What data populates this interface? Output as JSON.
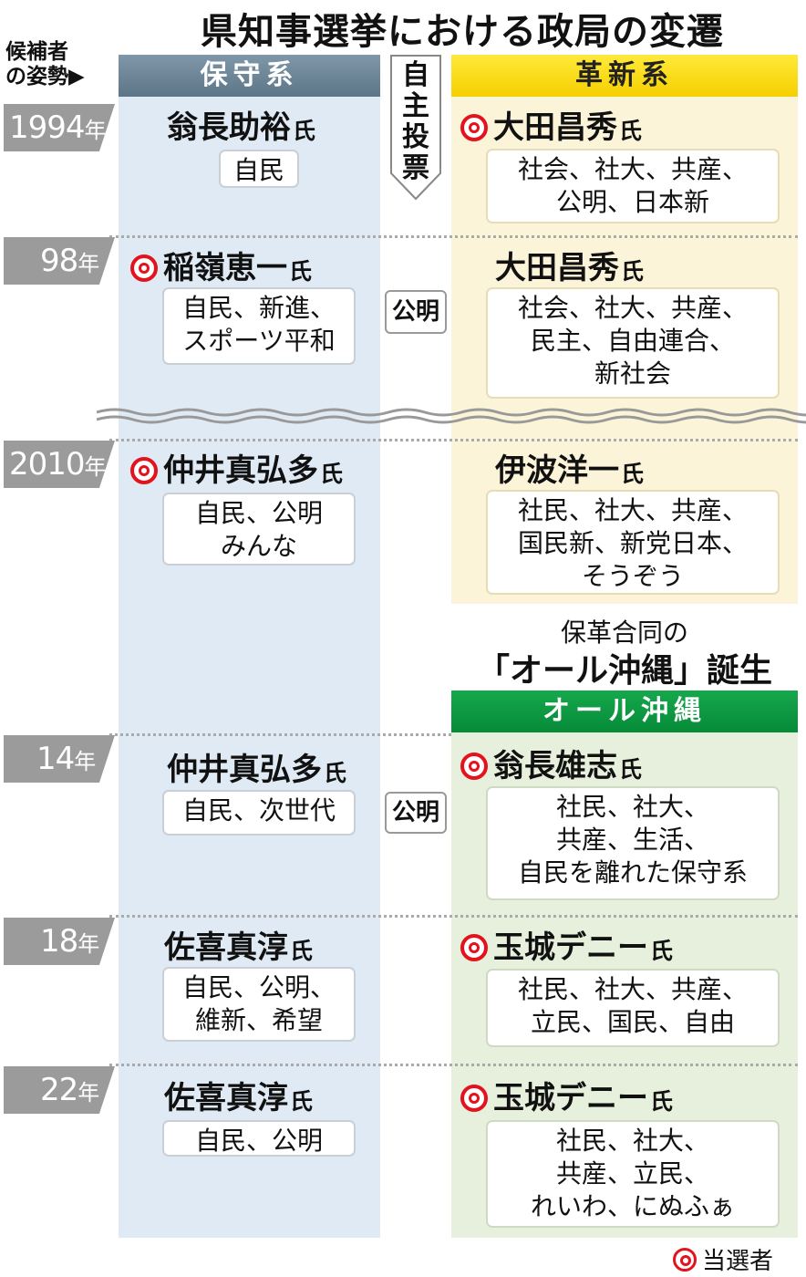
{
  "title": "県知事選挙における政局の変遷",
  "stance_label_1": "候補者",
  "stance_label_2": "の姿勢▶",
  "columns": {
    "conservative": "保守系",
    "reformist": "革新系",
    "all_okinawa": "オール沖縄"
  },
  "colors": {
    "blue_bg": "#dfeaf4",
    "blue_header": "#6b8496",
    "yellow_header": "#f9dc10",
    "yellow_bg": "#fbf4d8",
    "green_header": "#0e9a42",
    "green_bg": "#e7f0dc",
    "winner": "#e3121d",
    "year_tag": "#9b9b9b"
  },
  "middle": {
    "jishu": "自主投票",
    "komei_98": "公明",
    "komei_14": "公明"
  },
  "rows": [
    {
      "year": "1994",
      "year_suffix": "年",
      "left_name": "翁長助裕",
      "left_parties": "自民",
      "right_name": "大田昌秀",
      "right_parties": "社会、社大、共産、\n公明、日本新",
      "winner": "right"
    },
    {
      "year": "98",
      "year_suffix": "年",
      "left_name": "稲嶺恵一",
      "left_parties": "自民、新進、\nスポーツ平和",
      "right_name": "大田昌秀",
      "right_parties": "社会、社大、共産、\n民主、自由連合、\n新社会",
      "winner": "left"
    },
    {
      "year": "2010",
      "year_suffix": "年",
      "left_name": "仲井真弘多",
      "left_parties": "自民、公明\nみんな",
      "right_name": "伊波洋一",
      "right_parties": "社民、社大、共産、\n国民新、新党日本、\nそうぞう",
      "winner": "left"
    },
    {
      "year": "14",
      "year_suffix": "年",
      "left_name": "仲井真弘多",
      "left_parties": "自民、次世代",
      "right_name": "翁長雄志",
      "right_parties": "社民、社大、\n共産、生活、\n自民を離れた保守系",
      "winner": "right"
    },
    {
      "year": "18",
      "year_suffix": "年",
      "left_name": "佐喜真淳",
      "left_parties": "自民、公明、\n維新、希望",
      "right_name": "玉城デニー",
      "right_parties": "社民、社大、共産、\n立民、国民、自由",
      "winner": "right"
    },
    {
      "year": "22",
      "year_suffix": "年",
      "left_name": "佐喜真淳",
      "left_parties": "自民、公明",
      "right_name": "玉城デニー",
      "right_parties": "社民、社大、\n共産、立民、\nれいわ、にぬふぁ",
      "winner": "right"
    }
  ],
  "honorific": "氏",
  "transition_note_1": "保革合同の",
  "transition_note_2": "「オール沖縄」誕生",
  "legend": "当選者"
}
